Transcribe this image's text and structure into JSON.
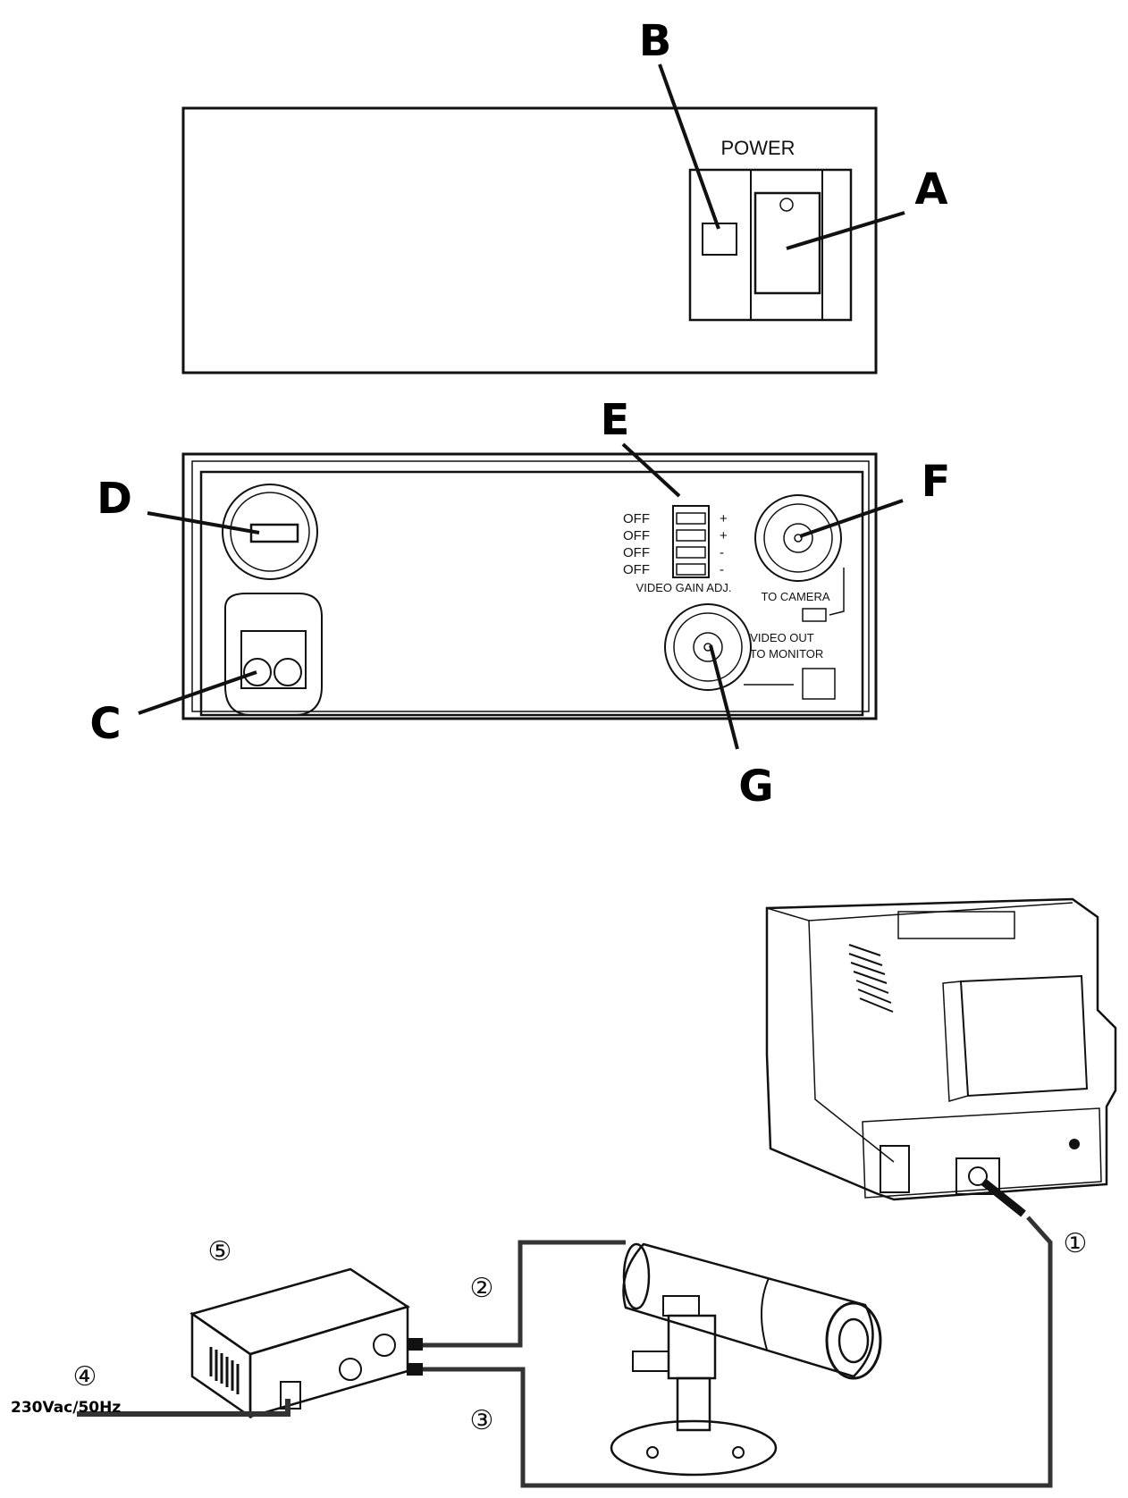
{
  "colors": {
    "ink": "#111111",
    "background": "#ffffff",
    "cable": "#333333"
  },
  "front_panel": {
    "power_text": "POWER",
    "callout_a": "A",
    "callout_b": "B"
  },
  "rear_panel": {
    "callout_c": "C",
    "callout_d": "D",
    "callout_e": "E",
    "callout_f": "F",
    "callout_g": "G",
    "switch_states": [
      "OFF",
      "OFF",
      "OFF",
      "OFF"
    ],
    "switch_signs": [
      "+",
      "+",
      "-",
      "-"
    ],
    "gain_text": "VIDEO GAIN ADJ.",
    "to_camera_text": "TO CAMERA",
    "video_out_text": "VIDEO OUT",
    "to_monitor_text": "TO MONITOR"
  },
  "installation": {
    "step_1": "①",
    "step_2": "②",
    "step_3": "③",
    "step_4": "④",
    "step_5": "⑤",
    "mains_text": "230Vac/50Hz",
    "icons": [
      "monitor-icon",
      "camera-icon",
      "power-supply-box-icon"
    ]
  }
}
